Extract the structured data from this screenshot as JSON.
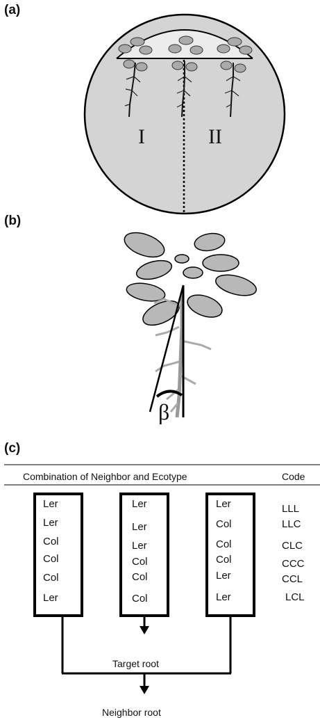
{
  "panels": {
    "a": {
      "label": "(a)",
      "sections": [
        "I",
        "II"
      ]
    },
    "b": {
      "label": "(b)",
      "angle_symbol": "β"
    },
    "c": {
      "label": "(c)",
      "header_combination": "Combination of Neighbor and Ecotype",
      "header_code": "Code",
      "columns": [
        [
          "Ler",
          "Ler",
          "Col",
          "Col",
          "Col",
          "Ler"
        ],
        [
          "Ler",
          "Ler",
          "Ler",
          "Col",
          "Col",
          "Col"
        ],
        [
          "Ler",
          "Col",
          "Col",
          "Col",
          "Ler",
          "Ler"
        ]
      ],
      "codes": [
        "LLL",
        "LLC",
        "CLC",
        "CCC",
        "CCL",
        "LCL"
      ],
      "target_root": "Target root",
      "neighbor_root": "Neighbor root"
    }
  }
}
